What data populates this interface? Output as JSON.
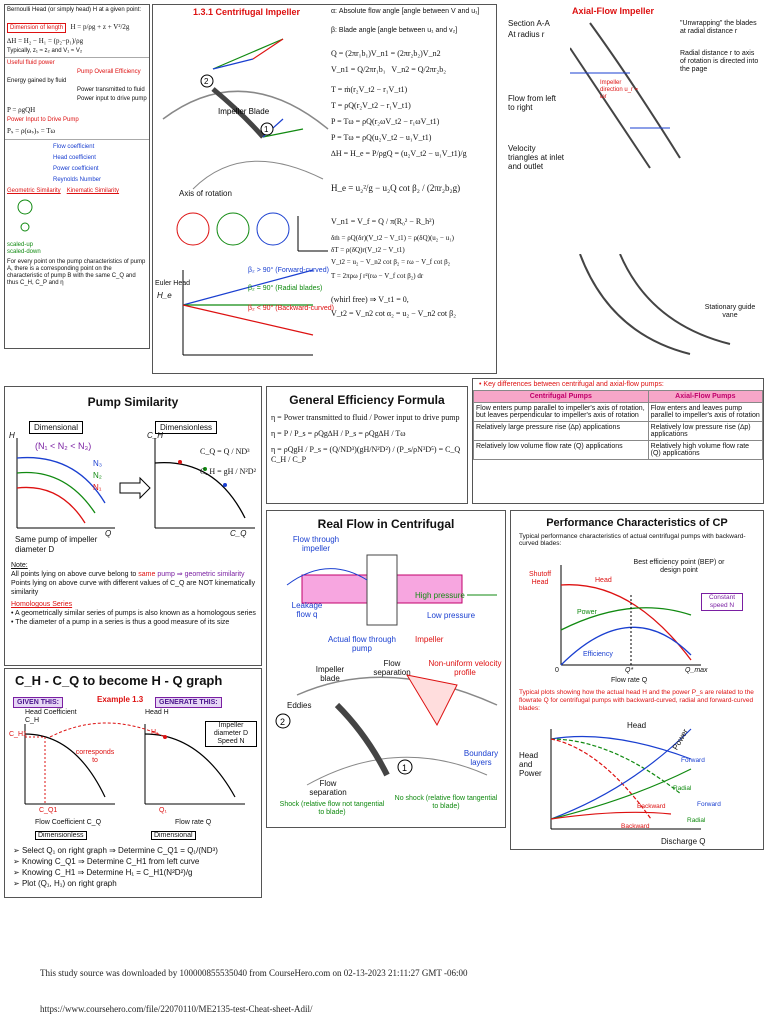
{
  "top_left": {
    "bernoulli_head": "Bernoulli Head (or simply head) H at a given point:",
    "dimensions_of_length": "Dimension of length",
    "typically": "Typically, z₁ ≈ z₂ and V₁ ≈ V₂",
    "useful_fluid_power": "Useful fluid power",
    "pump_overall_efficiency": "Pump Overall Efficiency",
    "energy_gained": "Energy gained by fluid",
    "power_transmitted": "Power transmitted to fluid",
    "power_input": "Power input to drive pump",
    "power_input_drive": "Power Input to Drive Pump",
    "flow_coefficient": "Flow coefficient",
    "head_coefficient": "Head coefficient",
    "power_coefficient": "Power coefficient",
    "reynolds_number": "Reynolds Number",
    "geometric_similarity": "Geometric Similarity",
    "kinematic_similarity": "Kinematic Similarity",
    "scaled_up": "scaled-up",
    "scaled_down": "scaled-down",
    "every_point_note": "For every point on the pump characteristics of pump A, there is a corresponding point on the characteristic of pump B with the same C_Q and thus C_H, C_P and η"
  },
  "centrifugal_impeller": {
    "section_number": "1.3.1",
    "title": "Centrifugal Impeller",
    "alpha_def": "α: Absolute flow angle [angle between V and u₁]",
    "beta_def": "β: Blade angle [angle between u₁ and v₂]",
    "impeller_blade": "Impeller Blade",
    "axis_of_rotation": "Axis of rotation",
    "euler_head": "Euler Head",
    "forward_curved": "β₂ > 90° (Forward-curved)",
    "radial_blades": "β₂ = 90° (Radial blades)",
    "backward_curved": "β₂ < 90° (Backward-curved)",
    "whirl_free": "(whirl free) ⇒ V_t1 = 0,",
    "eq_q": "Q = (2πr₁b₁)V_n1 = (2πr₂b₂)V_n2",
    "eq_torque": "T = ρQ(r₂V_t2 − r₁V_t1)",
    "eq_power": "P = Tω = ρQ(u₂V_t2 − u₁V_t1)",
    "eq_head": "H_e = u₂²/g − u₂Q cot β₂ / (2πr₂b₂g)",
    "label_h_e": "H_e"
  },
  "axial_flow": {
    "title": "Axial-Flow Impeller",
    "section": "Section A-A",
    "at_radius": "At radius r",
    "flow_from": "Flow from left to right",
    "velocity_triangles": "Velocity triangles at inlet and outlet",
    "unwrapping": "\"Unwrapping\" the blades at radial distance r",
    "radial_distance": "Radial distance r to axis of rotation is directed into the page",
    "impeller_direction": "Impeller direction u_r = ωr",
    "stationary_guide": "Stationary guide vane"
  },
  "pump_similarity": {
    "title": "Pump Similarity",
    "dimensional": "Dimensional",
    "dimensionless": "Dimensionless",
    "axis_h": "H",
    "axis_ch": "C_H",
    "axis_q": "Q",
    "axis_cq": "C_Q",
    "n_order": "(N₁ < N₂ < N₃)",
    "n3": "N₃",
    "n2": "N₂",
    "n1": "N₁",
    "cq_formula": "C_Q = Q / ND³",
    "ch_formula": "C_H = gH / N²D²",
    "same_pump": "Same pump of impeller diameter D",
    "note_label": "Note:",
    "note1a": "All points lying on above curve belong to",
    "note1b": "same",
    "note1c": "pump ⇒ geometric similarity",
    "note2": "Points lying on above curve with different values of C_Q are NOT kinematically similarity",
    "homologous_title": "Homologous Series",
    "homologous1": "A geometrically similar series of pumps is also known as a homologous series",
    "homologous2": "The diameter of a pump in a series is thus a good measure of its size"
  },
  "efficiency": {
    "title": "General Efficiency Formula",
    "eta1": "η = Power transmitted to fluid / Power input to drive pump",
    "eta2": "η = P / P_s = ρQg∆H / P_s = ρQg∆H / Tω",
    "eta3": "η = ρQgH / P_s = (Q/ND³)(gH/N²D²) / (P_s/ρN³D⁵) = C_Q C_H / C_P"
  },
  "comparison": {
    "heading": "Key differences between centrifugal and axial-flow pumps:",
    "col1": "Centrifugal Pumps",
    "col2": "Axial-Flow Pumps",
    "rows": [
      [
        "Flow enters pump parallel to impeller's axis of rotation, but leaves perpendicular to impeller's axis of rotation",
        "Flow enters and leaves pump parallel to impeller's axis of rotation"
      ],
      [
        "Relatively large pressure rise (∆p) applications",
        "Relatively low pressure rise (∆p) applications"
      ],
      [
        "Relatively low volume flow rate (Q) applications",
        "Relatively high volume flow rate (Q) applications"
      ]
    ]
  },
  "real_flow": {
    "title": "Real Flow in Centrifugal",
    "flow_through_impeller": "Flow through impeller",
    "leakage": "Leakage flow q",
    "high_pressure": "High pressure",
    "low_pressure": "Low pressure",
    "actual_flow": "Actual flow through pump",
    "impeller": "Impeller",
    "impeller_blade": "Impeller blade",
    "flow_separation": "Flow separation",
    "eddies": "Eddies",
    "non_uniform": "Non-uniform velocity profile",
    "boundary_layers": "Boundary layers",
    "flow_separation2": "Flow separation",
    "shock": "Shock (relative flow not tangential to blade)",
    "no_shock": "No shock (relative flow tangential to blade)"
  },
  "performance": {
    "title": "Performance Characteristics of CP",
    "intro": "Typical performance characteristics of actual centrifugal pumps with backward-curved blades:",
    "bep": "Best efficiency point (BEP) or design point",
    "shutoff_head": "Shutoff Head",
    "head": "Head",
    "power": "Power",
    "efficiency": "Efficiency",
    "constant_speed": "Constant speed N",
    "q_star": "Q*",
    "q_max": "Q_max",
    "zero": "0",
    "flow_rate": "Flow rate Q",
    "intro2": "Typical plots showing how the actual head H and the power P_s are related to the flowrate Q for centrifugal pumps with backward-curved, radial and forward-curved blades:",
    "head_and_power": "Head and Power",
    "forward": "Forward",
    "radial": "Radial",
    "backward": "Backward",
    "discharge": "Discharge Q"
  },
  "ch_cq": {
    "title": "C_H - C_Q to become H - Q graph",
    "given": "GIVEN THIS:",
    "example": "Example 1.3",
    "generate": "GENERATE THIS:",
    "head_coeff": "Head Coefficient C_H",
    "head_h": "Head H",
    "impeller_box": "Impeller diameter D Speed N",
    "corresponds": "corresponds to",
    "flow_coeff": "Flow Coefficient C_Q",
    "flow_rate": "Flow rate Q",
    "dimensionless": "Dimensionless",
    "dimensional": "Dimensional",
    "ch1": "C_H1",
    "cq1": "C_Q1",
    "h1": "H₁",
    "q1": "Q₁",
    "step1": "Select Q₁ on right graph ⇒ Determine C_Q1 = Q₁/(ND³)",
    "step2": "Knowing C_Q1 ⇒ Determine C_H1 from left curve",
    "step3": "Knowing C_H1 ⇒ Determine H₁ = C_H1(N²D²)/g",
    "step4": "Plot (Q₁, H₁) on right graph"
  },
  "footer": {
    "line1": "This study source was downloaded by 100000855535040 from CourseHero.com on 02-13-2023 21:11:27 GMT -06:00",
    "line2": "https://www.coursehero.com/file/22070110/ME2135-test-Cheat-sheet-Adil/"
  }
}
